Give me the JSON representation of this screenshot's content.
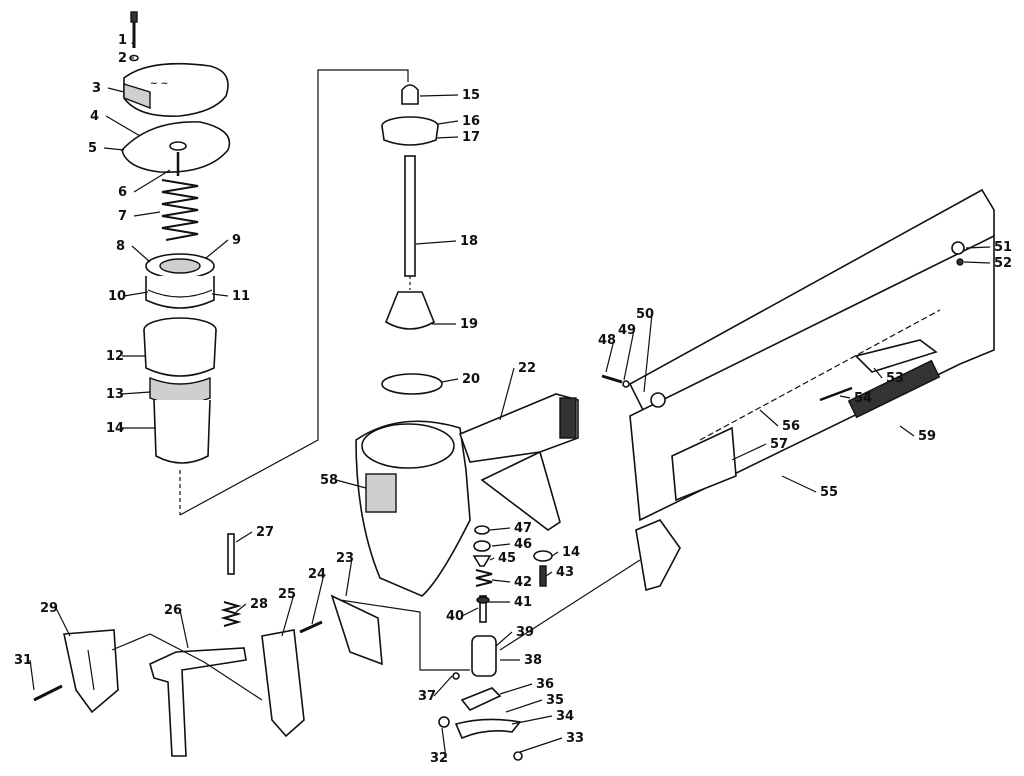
{
  "diagram": {
    "callouts": [
      "1",
      "2",
      "3",
      "4",
      "5",
      "6",
      "7",
      "8",
      "9",
      "10",
      "11",
      "12",
      "13",
      "14",
      "15",
      "16",
      "17",
      "18",
      "19",
      "20",
      "22",
      "23",
      "24",
      "25",
      "26",
      "27",
      "28",
      "29",
      "31",
      "32",
      "33",
      "34",
      "35",
      "36",
      "37",
      "38",
      "39",
      "40",
      "41",
      "42",
      "43",
      "45",
      "46",
      "47",
      "48",
      "49",
      "50",
      "51",
      "52",
      "53",
      "54",
      "55",
      "56",
      "57",
      "58",
      "59"
    ],
    "extra_callouts": {
      "c14b": "14"
    }
  }
}
